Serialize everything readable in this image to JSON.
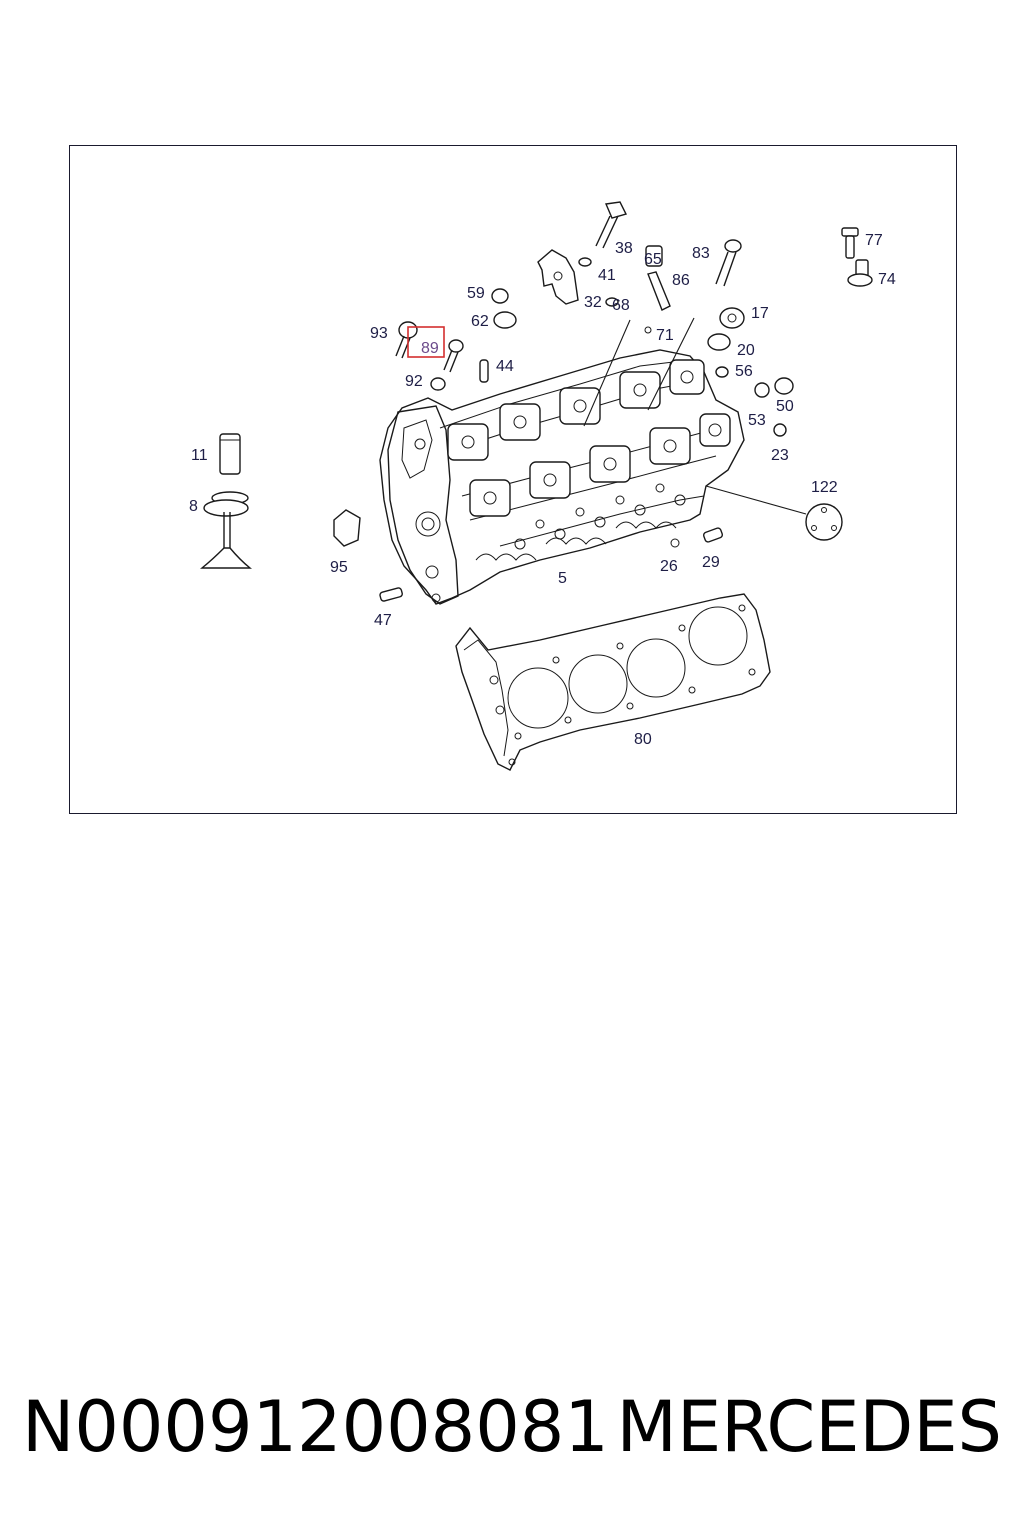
{
  "diagram": {
    "callouts": [
      "93",
      "89",
      "92",
      "44",
      "59",
      "62",
      "38",
      "41",
      "32",
      "65",
      "68",
      "71",
      "86",
      "83",
      "17",
      "20",
      "56",
      "53",
      "50",
      "23",
      "77",
      "74",
      "11",
      "8",
      "95",
      "47",
      "5",
      "26",
      "29",
      "122",
      "80"
    ],
    "highlighted_callout": "89",
    "highlight_color": "#d32f2f"
  },
  "footer": {
    "part_number": "N000912008081",
    "brand": "MERCEDES"
  }
}
